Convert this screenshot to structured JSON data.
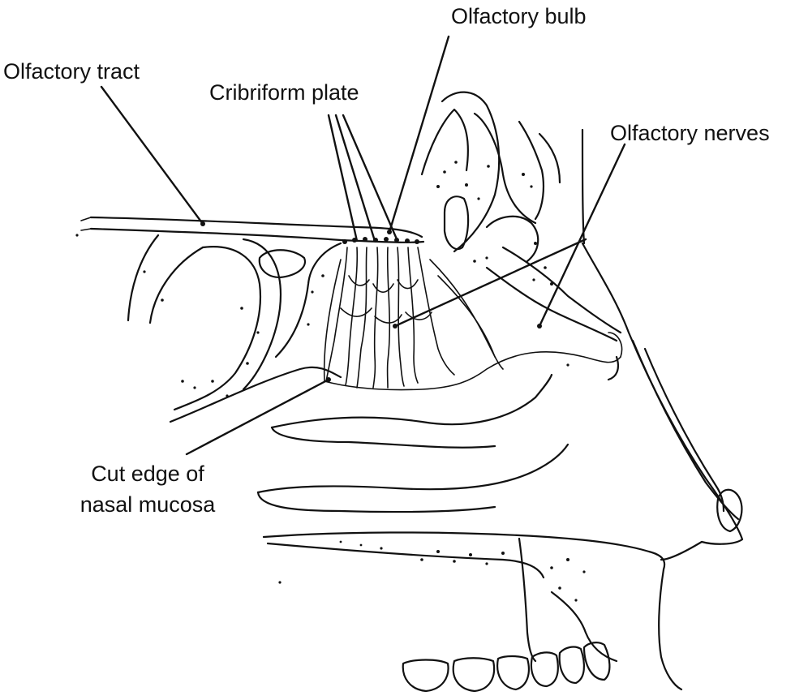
{
  "diagram": {
    "labels": {
      "olfactory_bulb": "Olfactory bulb",
      "olfactory_tract": "Olfactory tract",
      "cribriform_plate": "Cribriform plate",
      "olfactory_nerves": "Olfactory nerves",
      "cut_edge_line1": "Cut edge of",
      "cut_edge_line2": "nasal mucosa"
    },
    "colors": {
      "ink": "#111111",
      "background": "#ffffff"
    }
  }
}
